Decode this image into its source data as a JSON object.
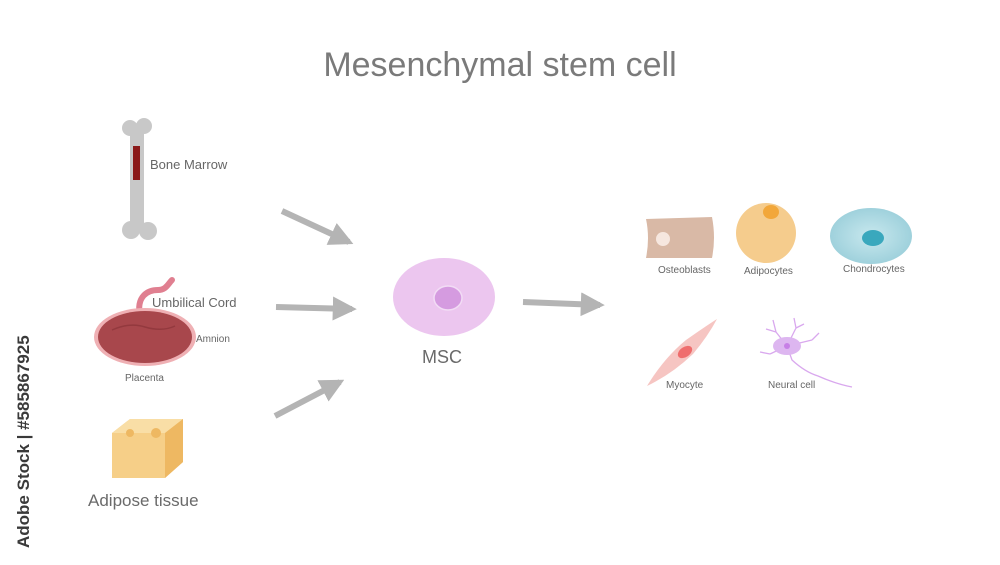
{
  "title": "Mesenchymal stem cell",
  "sources": {
    "bone_marrow": "Bone Marrow",
    "umbilical_cord": "Umbilical Cord",
    "amnion": "Amnion",
    "placenta": "Placenta",
    "adipose_tissue": "Adipose tissue"
  },
  "center": {
    "label": "MSC"
  },
  "derived_cells": {
    "osteoblasts": "Osteoblasts",
    "adipocytes": "Adipocytes",
    "chondrocytes": "Chondrocytes",
    "myocyte": "Myocyte",
    "neural_cell": "Neural cell"
  },
  "stock_id": "Adobe Stock | #585867925",
  "colors": {
    "arrow": "#b4b4b4",
    "bone": "#c8c8c8",
    "marrow": "#8b1a1a",
    "placenta": "#a8474c",
    "cord": "#e07f90",
    "adipose": "#f5c97a",
    "msc_outer": "#ecc6ef",
    "msc_nucleus": "#d59be0"
  },
  "icons": [
    "bone-icon",
    "placenta-icon",
    "adipose-cube-icon",
    "msc-cell-icon",
    "osteoblast-icon",
    "adipocyte-icon",
    "chondrocyte-icon",
    "myocyte-icon",
    "neural-cell-icon"
  ]
}
